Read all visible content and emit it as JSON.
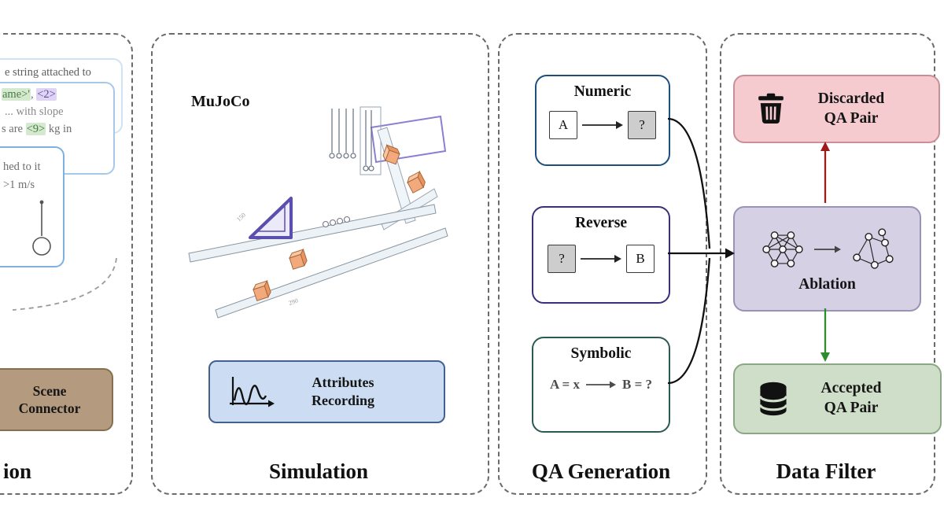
{
  "palette": {
    "panel_border": "#6b6b6b",
    "bubble_border": "#9cc3e8",
    "highlight_green": "#d5e9cf",
    "highlight_purple": "#dfd4f4",
    "scene_connector_fill": "#b49a7f",
    "recording_fill": "#ccdcf2",
    "recording_border": "#44608c",
    "numeric_border": "#1d4f7e",
    "reverse_border": "#3a2f78",
    "symbolic_border": "#2b5a54",
    "discarded_fill": "#f5cbd0",
    "ablation_fill": "#d6d0e4",
    "accepted_fill": "#cfdec8",
    "discard_arrow": "#9e1b1b",
    "accept_arrow": "#2e8b2e",
    "cube_fill": "#f2a97c"
  },
  "construction": {
    "label_fragment": "ion",
    "lines": {
      "l1": "e string attached to",
      "l2_green": "ame>'",
      "l2_sep": ", ",
      "l2_purple": "<2>",
      "l3": "... with slope",
      "l4_pre": "s are ",
      "l4_green": "<9>",
      "l4_post": " kg in",
      "l5": "hed to it",
      "l6": ">1 m/s"
    },
    "scene_connector": "Scene Connector"
  },
  "simulation": {
    "label": "Simulation",
    "engine": "MuJoCo",
    "recording": "Attributes Recording",
    "dims": [
      "150",
      "290"
    ]
  },
  "qa": {
    "label": "QA Generation",
    "numeric": {
      "title": "Numeric",
      "left": "A",
      "right": "?"
    },
    "reverse": {
      "title": "Reverse",
      "left": "?",
      "right": "B"
    },
    "symbolic": {
      "title": "Symbolic",
      "lhs": "A = x",
      "rhs": "B = ?"
    }
  },
  "filter": {
    "label": "Data Filter",
    "discarded": "Discarded QA Pair",
    "ablation": "Ablation",
    "accepted": "Accepted QA Pair"
  },
  "icons": {
    "discarded": "trash-icon",
    "accepted": "database-icon",
    "ablation_left": "network-full-icon",
    "ablation_right": "network-pruned-icon",
    "recording": "waveform-icon",
    "construction": "pendulum-sketch-icon"
  }
}
